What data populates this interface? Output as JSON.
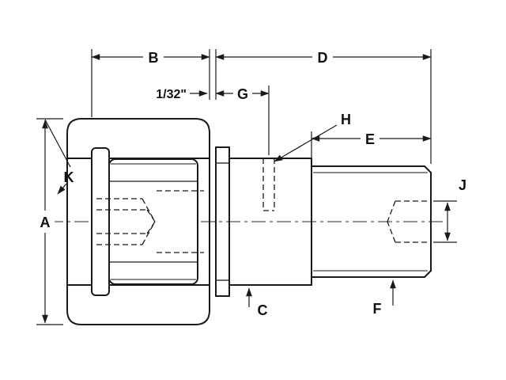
{
  "diagram": {
    "labels": {
      "a": "A",
      "b": "B",
      "c": "C",
      "d": "D",
      "e": "E",
      "f": "F",
      "g": "G",
      "h": "H",
      "j": "J",
      "k": "K",
      "gap_callout": "1/32\""
    },
    "colors": {
      "line": "#1a1a1a",
      "hatch": "#4a4a4a",
      "background": "#ffffff"
    }
  }
}
